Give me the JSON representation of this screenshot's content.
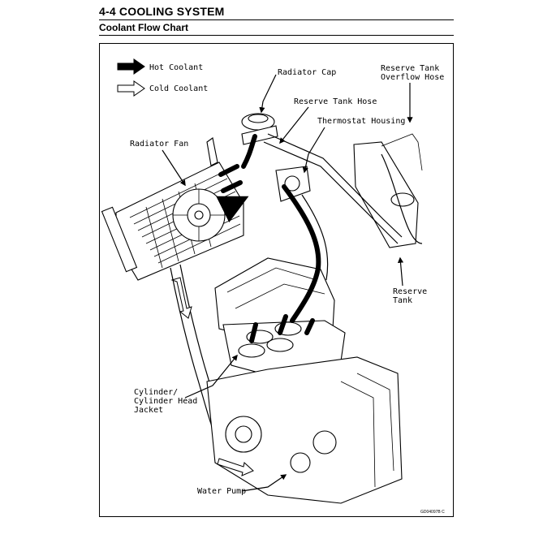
{
  "header": {
    "section_title": "4-4 COOLING SYSTEM",
    "subtitle": "Coolant Flow Chart"
  },
  "legend": {
    "hot": "Hot Coolant",
    "cold": "Cold Coolant"
  },
  "callouts": {
    "radiator_cap": "Radiator Cap",
    "reserve_tank_hose": "Reserve Tank Hose",
    "thermostat_housing": "Thermostat Housing",
    "reserve_tank_overflow_hose": [
      "Reserve Tank",
      "Overflow Hose"
    ],
    "radiator_fan": "Radiator Fan",
    "reserve_tank": [
      "Reserve",
      "Tank"
    ],
    "cylinder_jacket": [
      "Cylinder/",
      "Cylinder Head",
      "Jacket"
    ],
    "water_pump": "Water Pump"
  },
  "figure_code": "GD04097B C",
  "colors": {
    "ink": "#000000",
    "background": "#ffffff"
  }
}
